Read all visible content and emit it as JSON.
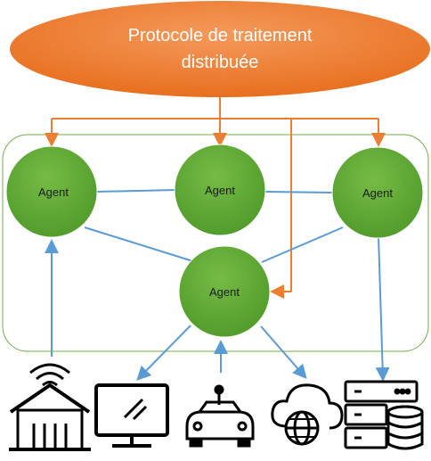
{
  "protocol": {
    "line1": "Protocole de traitement",
    "line2": "distribuée"
  },
  "agents": [
    {
      "label": "Agent"
    },
    {
      "label": "Agent"
    },
    {
      "label": "Agent"
    },
    {
      "label": "Agent"
    }
  ],
  "colors": {
    "ellipse": "#ef7d31",
    "agent_fill": "#5fa834",
    "group_border": "#70ad47",
    "network_lines": "#5b9bd5",
    "protocol_arrows": "#ed7d31",
    "devices": "#000000"
  },
  "devices": [
    {
      "icon": "smart-home-icon"
    },
    {
      "icon": "monitor-icon"
    },
    {
      "icon": "connected-car-icon"
    },
    {
      "icon": "cloud-globe-icon"
    },
    {
      "icon": "database-server-icon"
    }
  ]
}
